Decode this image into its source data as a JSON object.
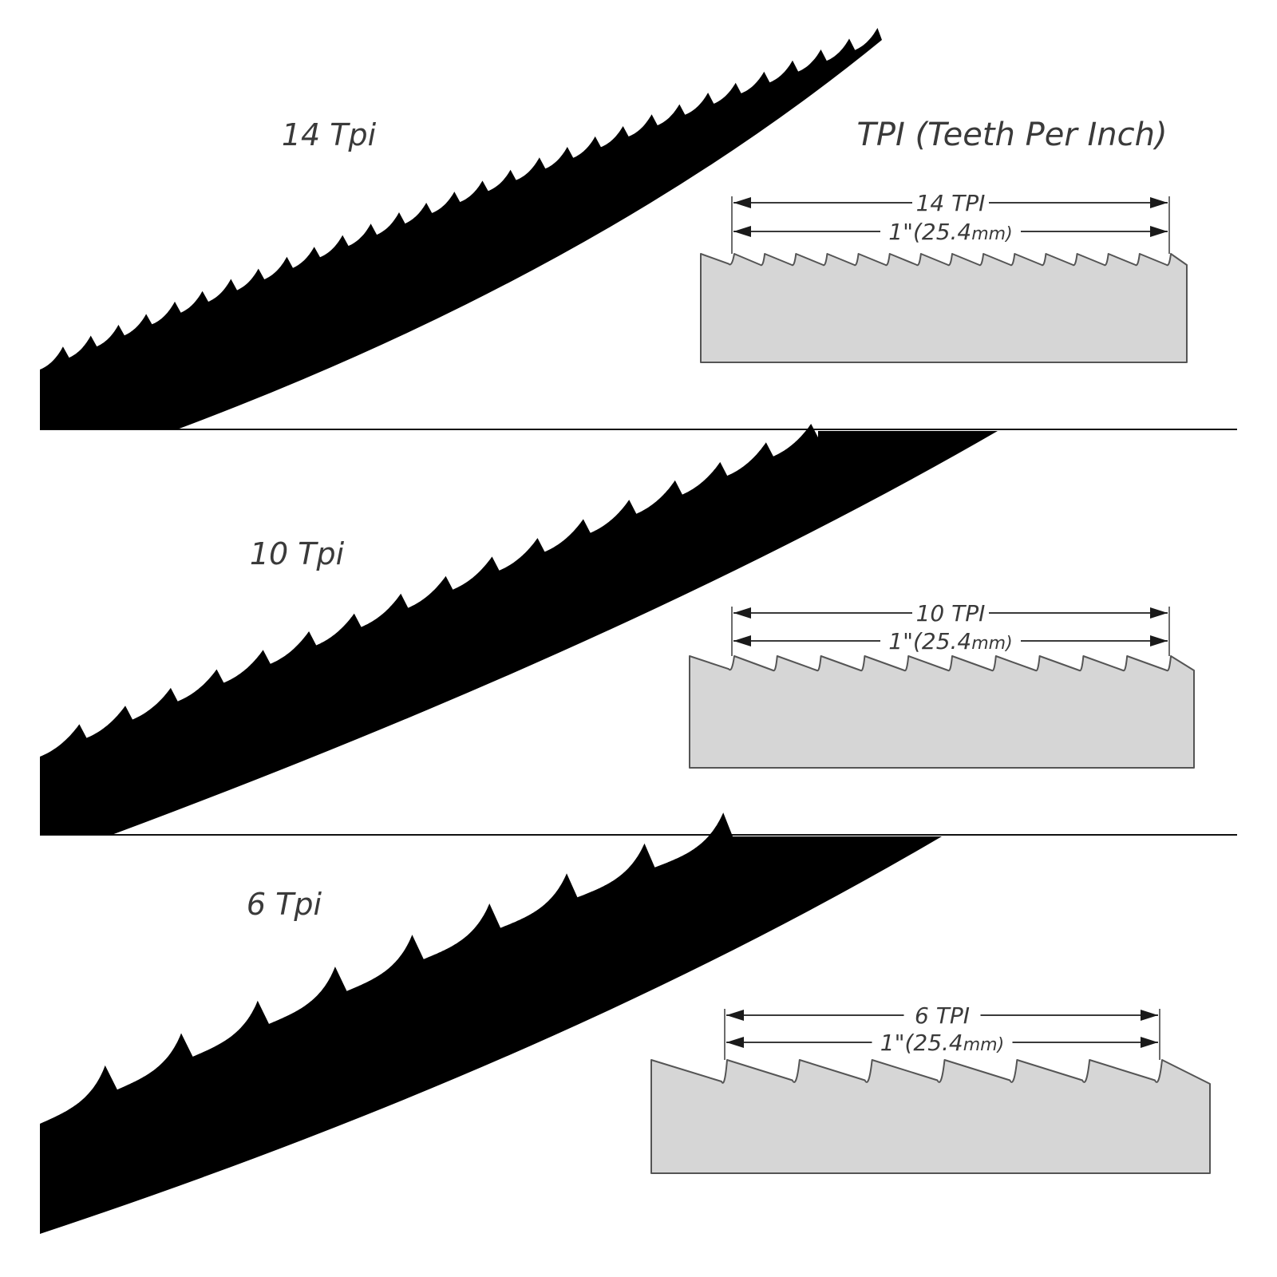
{
  "header": {
    "title": "TPI (Teeth Per Inch)"
  },
  "colors": {
    "blade": "#000000",
    "profile_fill": "#d6d6d6",
    "profile_stroke": "#555555",
    "text": "#3a3a3a",
    "background": "#ffffff"
  },
  "panels": [
    {
      "label": "14 Tpi",
      "profile_tpi_label": "14 TPI",
      "inch_label": "1\"(25.4",
      "inch_unit": "mm)",
      "teeth": 14,
      "tooth_style": "sharp"
    },
    {
      "label": "10 Tpi",
      "profile_tpi_label": "10 TPI",
      "inch_label": "1\"(25.4",
      "inch_unit": "mm)",
      "teeth": 10,
      "tooth_style": "sharp"
    },
    {
      "label": "6 Tpi",
      "profile_tpi_label": "6 TPI",
      "inch_label": "1\"(25.4",
      "inch_unit": "mm)",
      "teeth": 6,
      "tooth_style": "hook"
    }
  ]
}
